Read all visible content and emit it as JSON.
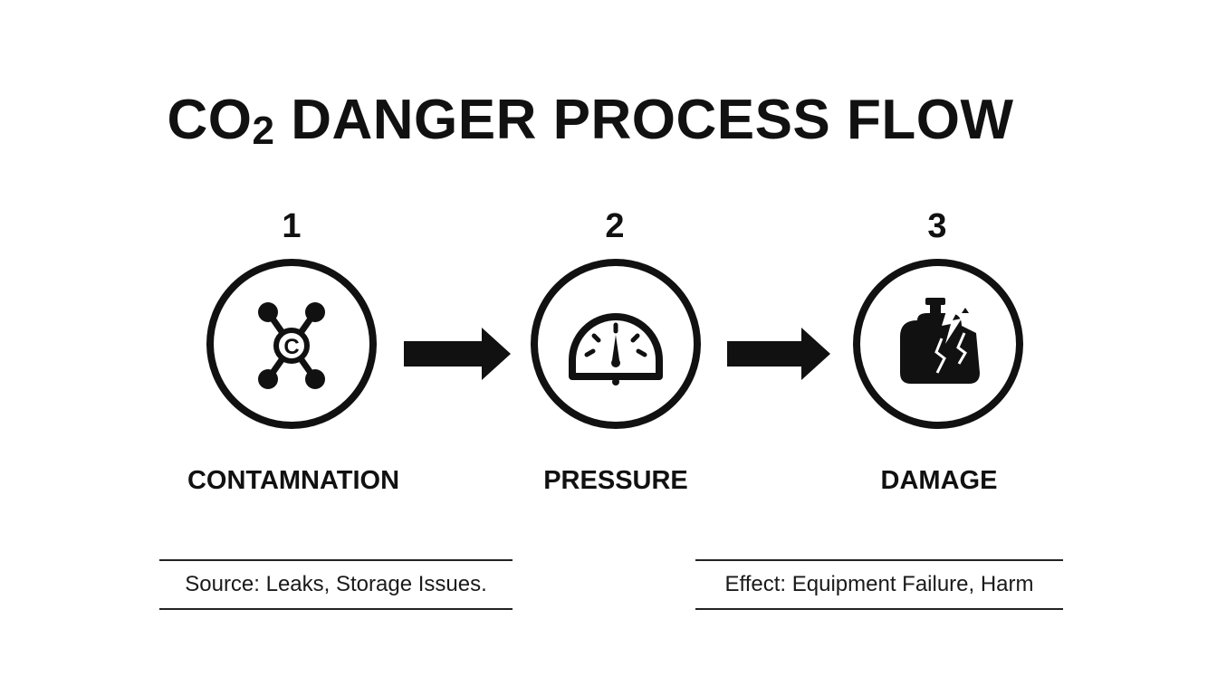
{
  "title": {
    "main": "CO",
    "subscript": "2",
    "rest": " DANGER PROCESS FLOW"
  },
  "steps": [
    {
      "number": "1",
      "label": "CONTAMNATION",
      "icon": "molecule-icon",
      "icon_letter": "C"
    },
    {
      "number": "2",
      "label": "PRESSURE",
      "icon": "pressure-gauge-icon"
    },
    {
      "number": "3",
      "label": "DAMAGE",
      "icon": "cracked-cylinder-icon"
    }
  ],
  "notes": {
    "source": "Source: Leaks, Storage Issues.",
    "effect": "Effect: Equipment Failure, Harm"
  },
  "colors": {
    "ink": "#111111",
    "background": "#ffffff"
  }
}
